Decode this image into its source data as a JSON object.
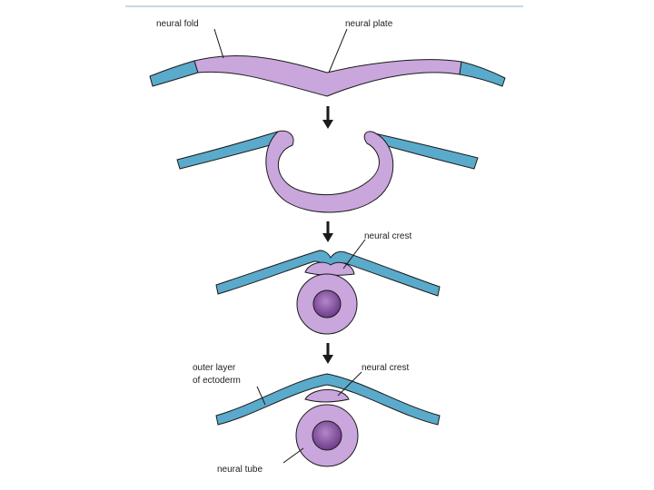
{
  "colors": {
    "neural": "#c9a6dc",
    "ectoderm": "#5aaacb",
    "outline": "#1a1a1a",
    "arrow": "#1a1a1a",
    "top_rule": "#c8d8e4",
    "tube_lumen": "#8a4fa6"
  },
  "labels": {
    "neural_fold": "neural fold",
    "neural_plate": "neural plate",
    "neural_crest_stage3": "neural crest",
    "outer_layer_line1": "outer layer",
    "outer_layer_line2": "of ectoderm",
    "neural_crest_stage4": "neural crest",
    "neural_tube": "neural tube"
  }
}
